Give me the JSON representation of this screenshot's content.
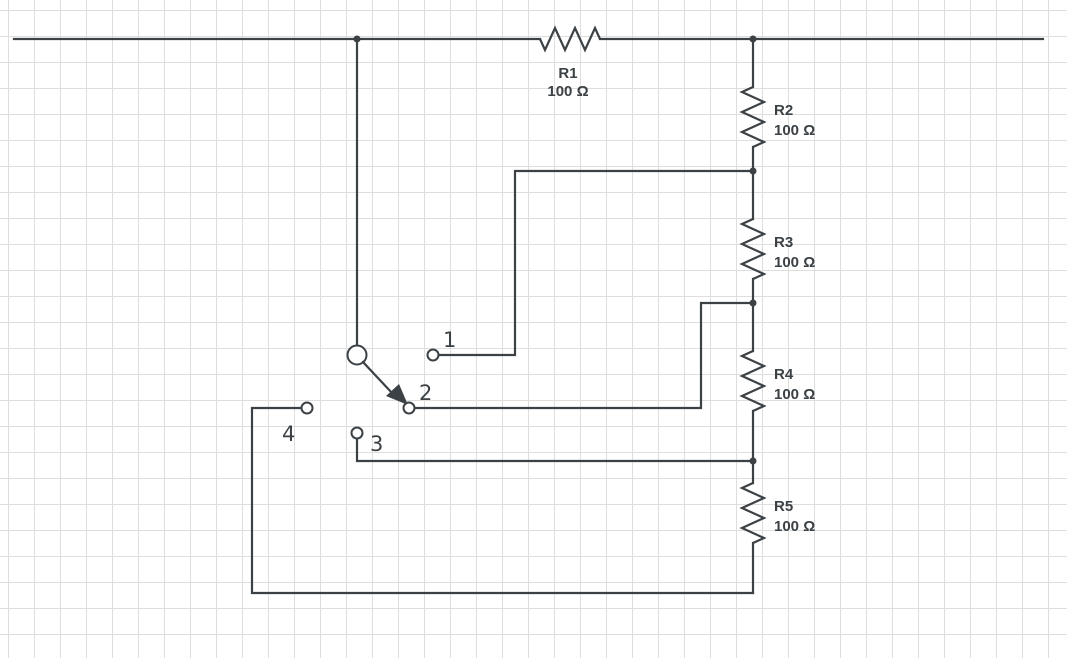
{
  "diagram": {
    "type": "circuit-schematic",
    "colors": {
      "wire": "#3b4144",
      "grid": "#dedede",
      "background": "#ffffff"
    },
    "resistors": [
      {
        "id": "R1",
        "name": "R1",
        "value": "100 Ω",
        "orientation": "horizontal"
      },
      {
        "id": "R2",
        "name": "R2",
        "value": "100 Ω",
        "orientation": "vertical"
      },
      {
        "id": "R3",
        "name": "R3",
        "value": "100 Ω",
        "orientation": "vertical"
      },
      {
        "id": "R4",
        "name": "R4",
        "value": "100 Ω",
        "orientation": "vertical"
      },
      {
        "id": "R5",
        "name": "R5",
        "value": "100 Ω",
        "orientation": "vertical"
      }
    ],
    "switch": {
      "type": "rotary-switch",
      "selected_position": "2",
      "positions": [
        {
          "label": "1",
          "connects_to": "node between R2 and R3"
        },
        {
          "label": "2",
          "connects_to": "node between R3 and R4"
        },
        {
          "label": "3",
          "connects_to": "node between R4 and R5"
        },
        {
          "label": "4",
          "connects_to": "bottom of R5"
        }
      ]
    }
  }
}
